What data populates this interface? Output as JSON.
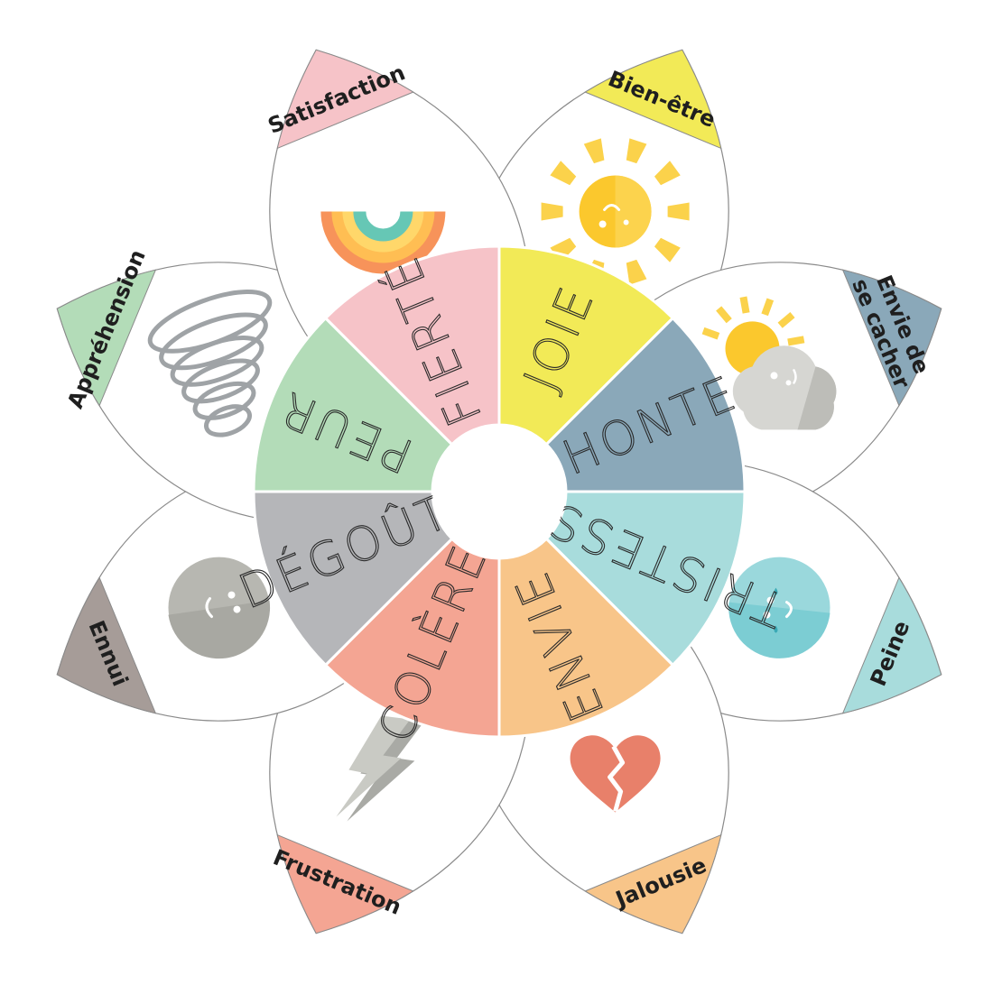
{
  "diagram": {
    "core_emotions": [
      {
        "label": "JOIE",
        "color": "#f2ea57"
      },
      {
        "label": "HONTE",
        "color": "#8aa8b9"
      },
      {
        "label": "TRISTESSE",
        "color": "#a8dcdc"
      },
      {
        "label": "ENVIE",
        "color": "#f8c589"
      },
      {
        "label": "COLÈRE",
        "color": "#f4a593"
      },
      {
        "label": "DÉGOÛT",
        "color": "#b5b6b9"
      },
      {
        "label": "PEUR",
        "color": "#b3dcb8"
      },
      {
        "label": "FIERTÉ",
        "color": "#f6c3c8"
      }
    ],
    "petals": [
      {
        "label": "Bien-être",
        "color": "#f2ea57",
        "icon": "sun-icon"
      },
      {
        "label": "Envie de se cacher",
        "label_lines": [
          "Envie de",
          "se cacher"
        ],
        "color": "#8aa8b9",
        "icon": "sun-behind-cloud-icon"
      },
      {
        "label": "Peine",
        "color": "#a8dcdc",
        "icon": "crying-face-icon"
      },
      {
        "label": "Jalousie",
        "color": "#f8c589",
        "icon": "broken-heart-icon"
      },
      {
        "label": "Frustration",
        "color": "#f4a593",
        "icon": "lightning-icon"
      },
      {
        "label": "Ennui",
        "color": "#a69c98",
        "icon": "bored-face-icon"
      },
      {
        "label": "Appréhension",
        "color": "#b3dcb8",
        "icon": "tornado-icon"
      },
      {
        "label": "Satisfaction",
        "color": "#f6c3c8",
        "icon": "rainbow-icon"
      }
    ]
  }
}
